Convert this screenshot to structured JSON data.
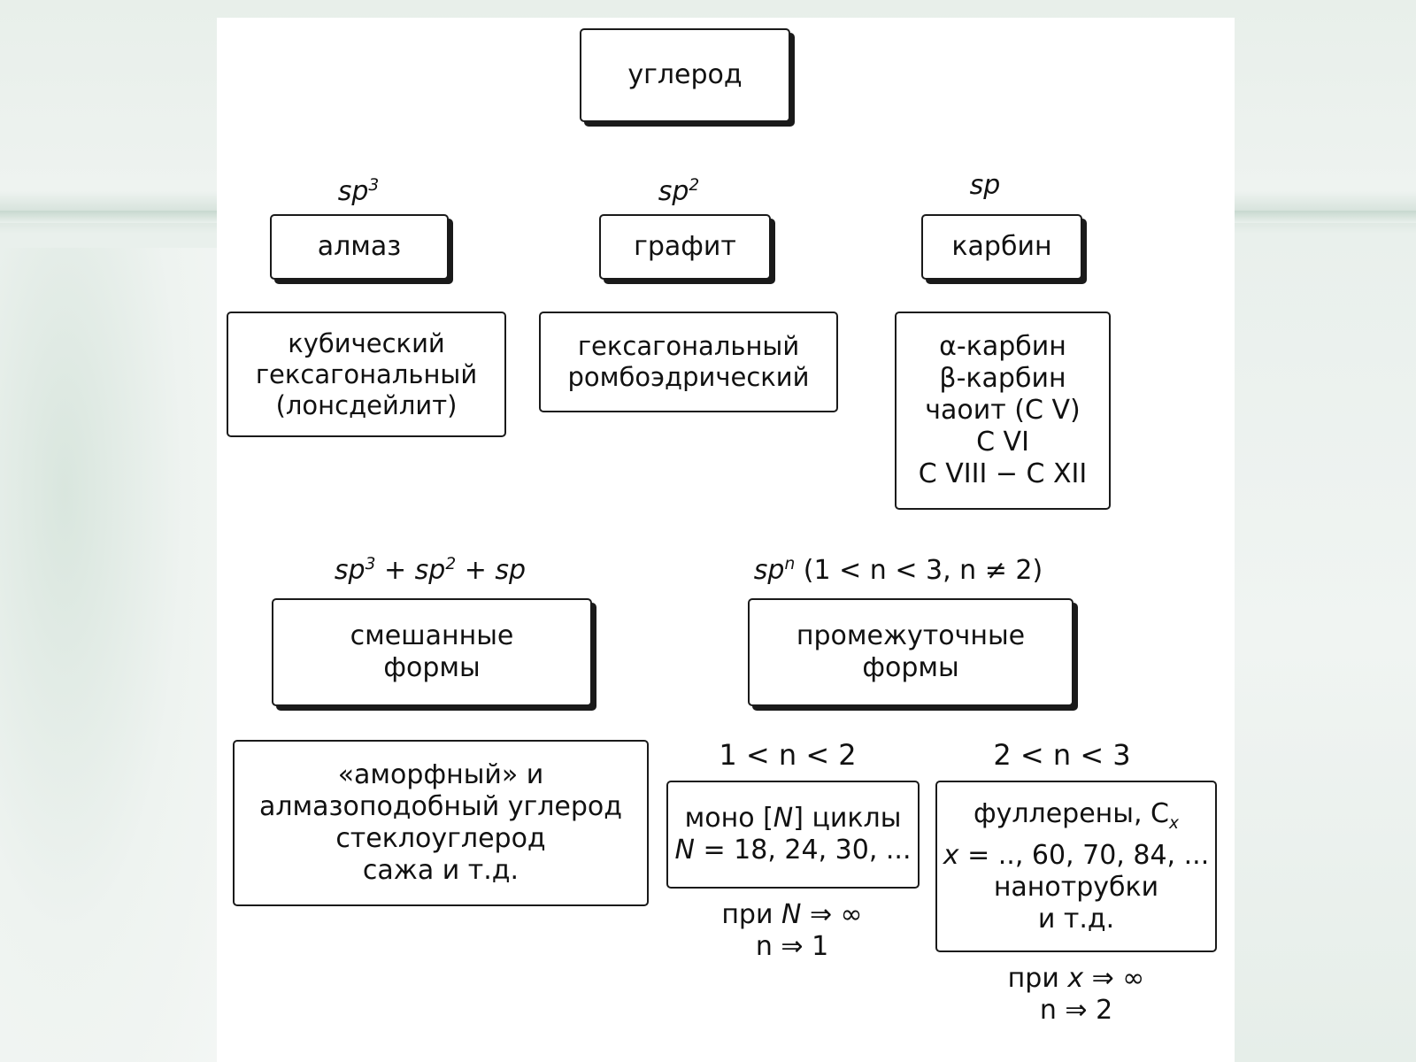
{
  "root": {
    "label": "углерод"
  },
  "hybrid_labels": {
    "sp3": {
      "base": "sp",
      "exp": "3"
    },
    "sp2": {
      "base": "sp",
      "exp": "2"
    },
    "sp": {
      "base": "sp"
    }
  },
  "forms": {
    "diamond": {
      "label": "алмаз",
      "variants": [
        "кубический",
        "гексагональный",
        "(лонсдейлит)"
      ]
    },
    "graphite": {
      "label": "графит",
      "variants": [
        "гексагональный",
        "ромбоэдрический"
      ]
    },
    "carbyne": {
      "label": "карбин",
      "variants": [
        "α-карбин",
        "β-карбин",
        "чаоит (C V)",
        "C VI",
        "C VIII − C XII"
      ]
    }
  },
  "mixed": {
    "formula": {
      "a": "sp",
      "a_exp": "3",
      "plus1": " + ",
      "b": "sp",
      "b_exp": "2",
      "plus2": " + ",
      "c": "sp"
    },
    "label_lines": [
      "смешанные",
      "формы"
    ],
    "examples": [
      "«аморфный» и",
      "алмазоподобный углерод",
      "стеклоуглерод",
      "сажа и т.д."
    ]
  },
  "intermediate": {
    "formula": {
      "base": "sp",
      "exp": "n",
      "condition": " (1 < n < 3, n ≠ 2)"
    },
    "label_lines": [
      "промежуточные",
      "формы"
    ],
    "range_low": "1 < n < 2",
    "range_high": "2 < n < 3",
    "mono": {
      "line1_a": "моно [",
      "line1_var": "N",
      "line1_b": "] циклы",
      "line2_var": "N",
      "line2_rest": " = 18, 24, 30, ..."
    },
    "mono_limit": {
      "l1_a": "при ",
      "l1_var": "N",
      "l1_b": " ⇒ ∞",
      "l2": "n ⇒ 1"
    },
    "fullerenes": {
      "line1_a": "фуллерены, C",
      "line1_sub": "x",
      "line2_var": "x",
      "line2_rest": " = .., 60, 70, 84, ...",
      "line3": "нанотрубки",
      "line4": "и т.д."
    },
    "fullerene_limit": {
      "l1_a": "при ",
      "l1_var": "x",
      "l1_b": " ⇒ ∞",
      "l2": "n ⇒ 2"
    }
  }
}
